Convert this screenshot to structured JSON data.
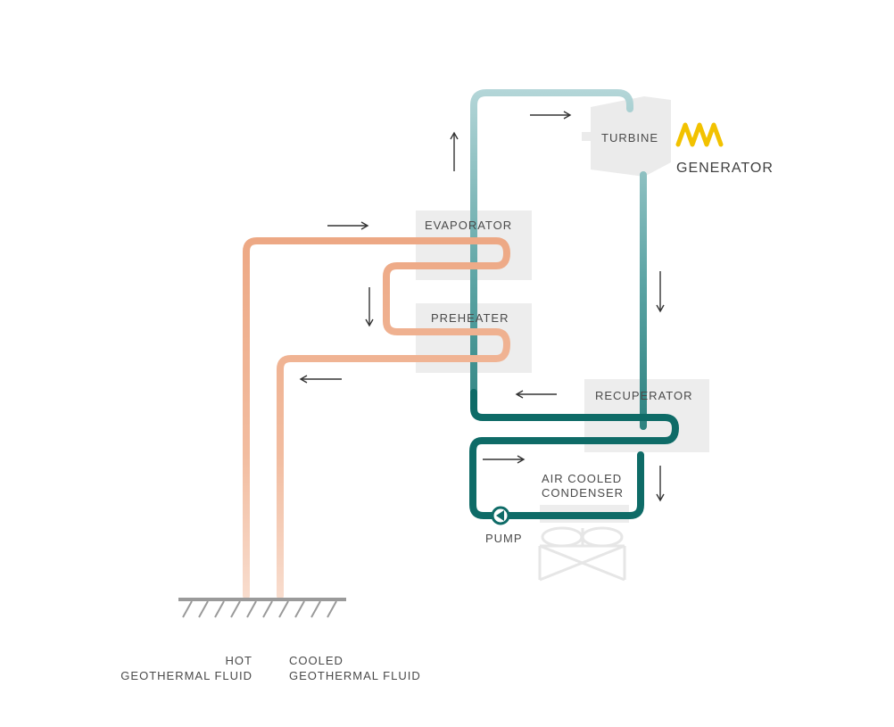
{
  "labels": {
    "turbine": "TURBINE",
    "generator": "GENERATOR",
    "evaporator": "EVAPORATOR",
    "preheater": "PREHEATER",
    "recuperator": "RECUPERATOR",
    "condenser_line1": "AIR COOLED",
    "condenser_line2": "CONDENSER",
    "pump": "PUMP",
    "hot_line1": "HOT",
    "hot_line2": "GEOTHERMAL FLUID",
    "cooled_line1": "COOLED",
    "cooled_line2": "GEOTHERMAL FLUID"
  },
  "colors": {
    "geothermal_pipe": "#f0b18f",
    "geothermal_pipe_light": "#f6d3c0",
    "working_fluid_hot": "#a9cfd2",
    "working_fluid_cold": "#0e6b67",
    "component_box": "#ececec",
    "generator_symbol": "#f2c200",
    "arrow": "#333333",
    "ground": "#9a9a9a"
  }
}
